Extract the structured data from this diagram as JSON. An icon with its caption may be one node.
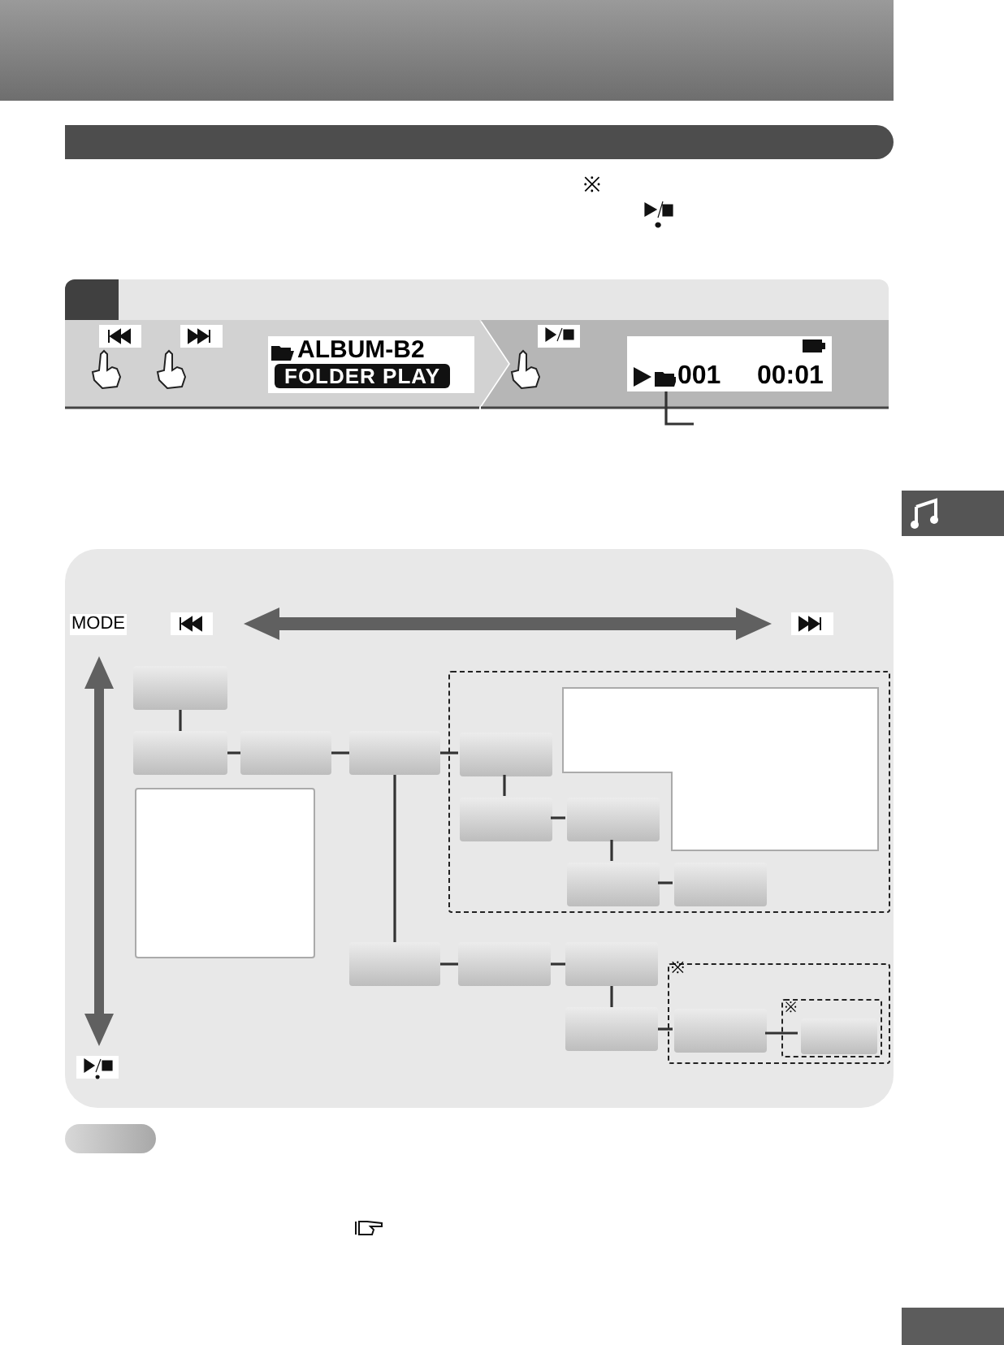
{
  "diagram": {
    "nodes": [
      {
        "text": [],
        "shape": "bar"
      },
      {
        "text": [
          "ALBUM-B2",
          "FOLDER PLAY"
        ]
      },
      {
        "text": [
          "001",
          "00:01"
        ]
      },
      {
        "text": [],
        "shape": "box"
      },
      {
        "text": [],
        "shape": "box"
      },
      {
        "text": [],
        "shape": "box"
      },
      {
        "text": [],
        "shape": "box"
      },
      {
        "text": [],
        "shape": "box"
      },
      {
        "text": [],
        "shape": "box",
        "in": 7
      },
      {
        "text": [],
        "shape": "box",
        "in": 7
      },
      {
        "text": [],
        "shape": "box"
      },
      {
        "text": [],
        "shape": "box",
        "in": 7
      },
      {
        "text": [],
        "shape": "box",
        "in": 7
      },
      {
        "text": [],
        "shape": "box",
        "in": 7
      },
      {
        "text": [],
        "shape": "box",
        "in": 7
      },
      {
        "text": [],
        "shape": "box"
      },
      {
        "text": [],
        "shape": "box"
      },
      {
        "text": [],
        "shape": "box"
      },
      {
        "text": [],
        "shape": "box"
      },
      {
        "text": [],
        "shape": "box"
      },
      {
        "text": [],
        "shape": "box",
        "in": 18
      },
      {
        "text": [],
        "shape": "box",
        "in": 18
      },
      {
        "text": [],
        "shape": "box",
        "in": 21
      }
    ],
    "edges": [
      {
        "from": null,
        "to": 2,
        "arrow": "none"
      },
      {
        "from": 3,
        "to": 4,
        "arrow": "none"
      },
      {
        "from": 4,
        "to": 5,
        "arrow": "none"
      },
      {
        "from": 5,
        "to": 6,
        "arrow": "none"
      },
      {
        "from": 6,
        "to": 8,
        "arrow": "none"
      },
      {
        "from": 8,
        "to": 11,
        "arrow": "none"
      },
      {
        "from": 11,
        "to": 12,
        "arrow": "none"
      },
      {
        "from": 12,
        "to": 13,
        "arrow": "none"
      },
      {
        "from": 13,
        "to": 14,
        "arrow": "none"
      },
      {
        "from": 6,
        "to": 15,
        "arrow": "none"
      },
      {
        "from": 15,
        "to": 16,
        "arrow": "none"
      },
      {
        "from": 16,
        "to": 17,
        "arrow": "none"
      },
      {
        "from": 17,
        "to": 19,
        "arrow": "none"
      },
      {
        "from": 19,
        "to": 20,
        "arrow": "none"
      },
      {
        "from": 20,
        "to": 22,
        "arrow": "none"
      }
    ],
    "labels": [
      "※",
      "MODE",
      "※",
      "※"
    ]
  }
}
